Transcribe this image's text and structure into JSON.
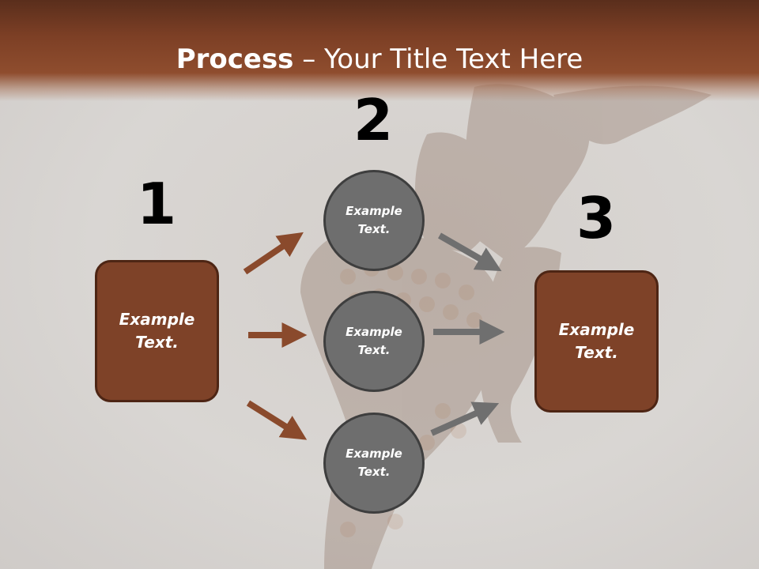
{
  "slide": {
    "title_bold": "Process",
    "title_rest": " – Your Title Text Here"
  },
  "steps": {
    "step1": {
      "number": "1",
      "label": "Example Text."
    },
    "step2": {
      "number": "2"
    },
    "step3": {
      "number": "3",
      "label": "Example Text."
    }
  },
  "circles": [
    {
      "label": "Example Text."
    },
    {
      "label": "Example Text."
    },
    {
      "label": "Example Text."
    }
  ],
  "colors": {
    "header_brown": "#7c3f25",
    "box_fill": "#7e4228",
    "circle_fill": "#6e6e6e",
    "arrow_brown": "#8a4a2c",
    "arrow_gray": "#6f6f6f"
  },
  "background_image": "dancer-photo"
}
